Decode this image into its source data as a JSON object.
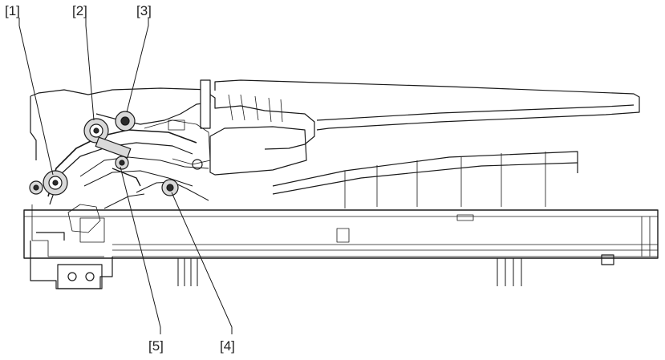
{
  "colors": {
    "line": "#1a1a1a",
    "shade": "#d9d9d9",
    "dark": "#2b2b2b",
    "background": "#ffffff"
  },
  "callouts": [
    {
      "id": "1",
      "label": "[1]"
    },
    {
      "id": "2",
      "label": "[2]"
    },
    {
      "id": "3",
      "label": "[3]"
    },
    {
      "id": "4",
      "label": "[4]"
    },
    {
      "id": "5",
      "label": "[5]"
    }
  ]
}
